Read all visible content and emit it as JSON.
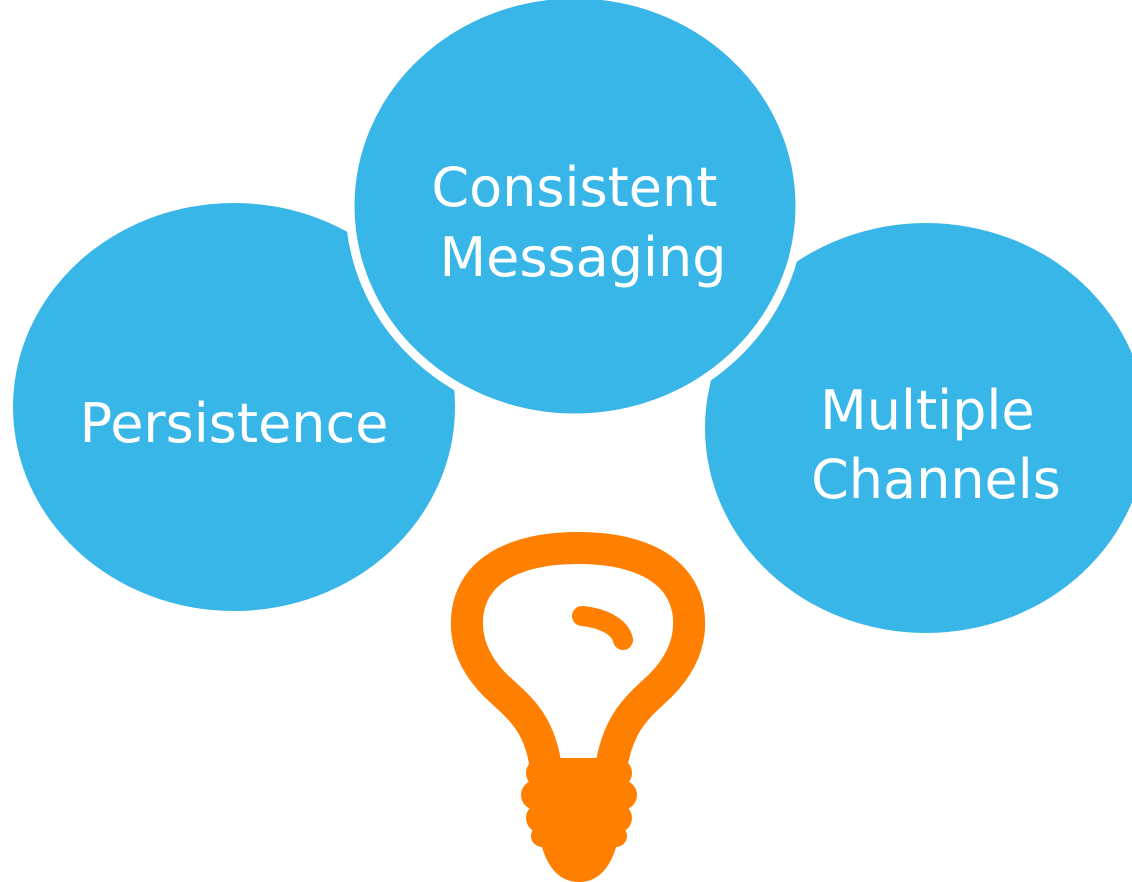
{
  "colors": {
    "bubble": "#38B6E8",
    "bubble_text": "#FFFFFF",
    "bulb": "#FF7F00",
    "background": "#FFFFFF"
  },
  "bubbles": [
    {
      "lines": [
        "Persistence"
      ]
    },
    {
      "lines": [
        "Consistent",
        "Messaging"
      ]
    },
    {
      "lines": [
        "Multiple",
        "Channels"
      ]
    }
  ],
  "icon": {
    "name": "lightbulb-icon"
  }
}
